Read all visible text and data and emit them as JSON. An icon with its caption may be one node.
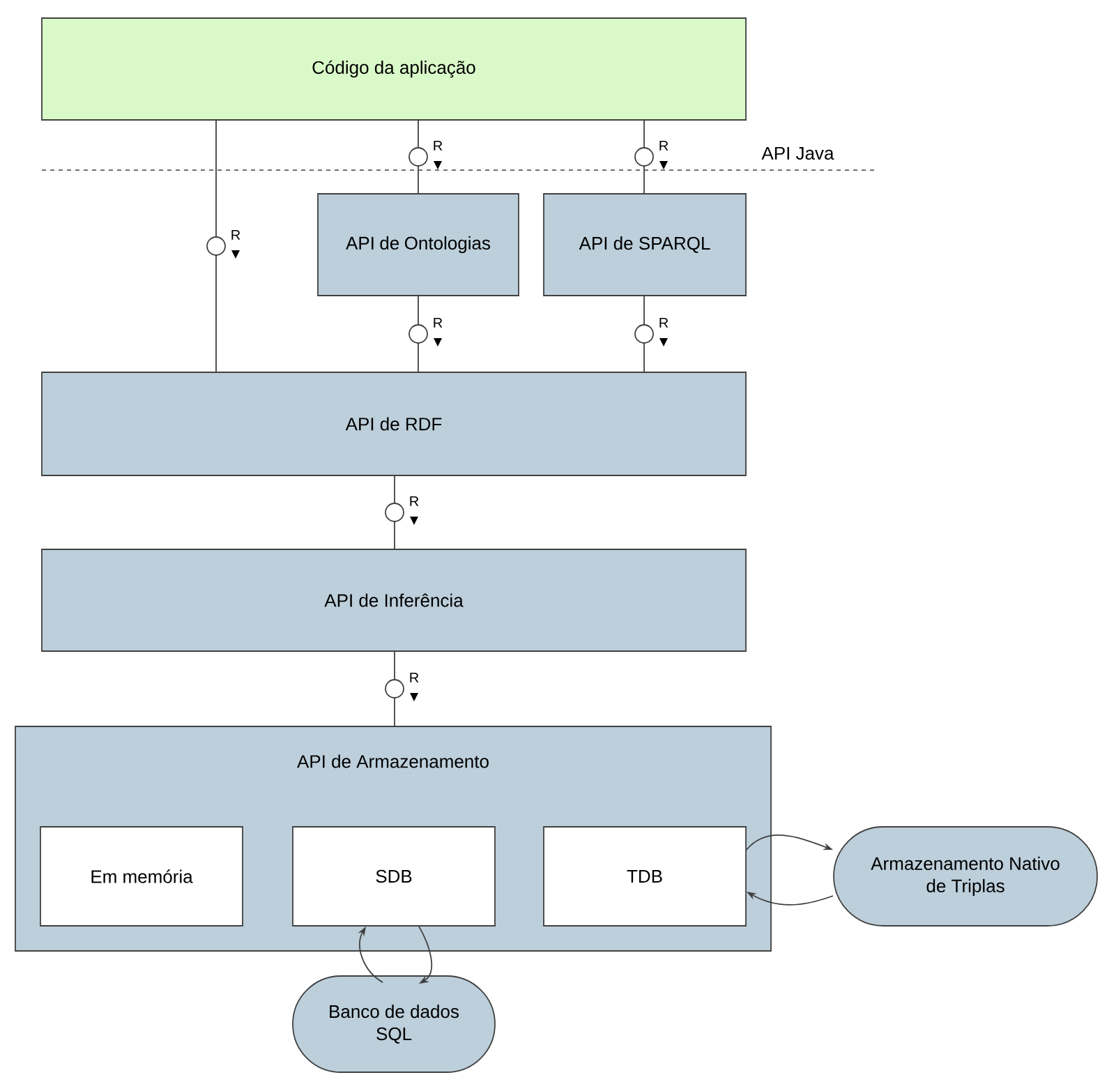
{
  "diagram": {
    "nodes": [
      {
        "text": [
          "Código da aplicação"
        ]
      },
      {
        "text": [
          "API de Ontologias"
        ]
      },
      {
        "text": [
          "API de SPARQL"
        ]
      },
      {
        "text": [
          "API de RDF"
        ]
      },
      {
        "text": [
          "API de Inferência"
        ]
      },
      {
        "text": [
          "API de Armazenamento"
        ]
      },
      {
        "text": [
          "Em memória"
        ],
        "in": 5
      },
      {
        "text": [
          "SDB"
        ],
        "in": 5
      },
      {
        "text": [
          "TDB"
        ],
        "in": 5
      },
      {
        "text": [
          "Armazenamento Nativo de Triplas"
        ]
      },
      {
        "text": [
          "Banco de dados SQL"
        ]
      }
    ],
    "edges": [
      {
        "from": 0,
        "to": 3,
        "arrow": "none",
        "label": "R"
      },
      {
        "from": 0,
        "to": 1,
        "arrow": "none",
        "label": "R"
      },
      {
        "from": 0,
        "to": 2,
        "arrow": "none",
        "label": "R"
      },
      {
        "from": 1,
        "to": 3,
        "arrow": "none",
        "label": "R"
      },
      {
        "from": 2,
        "to": 3,
        "arrow": "none",
        "label": "R"
      },
      {
        "from": 3,
        "to": 4,
        "arrow": "none",
        "label": "R"
      },
      {
        "from": 4,
        "to": 5,
        "arrow": "none",
        "label": "R"
      },
      {
        "from": 8,
        "to": 9,
        "arrow": "to"
      },
      {
        "from": 9,
        "to": 8,
        "arrow": "to"
      },
      {
        "from": 10,
        "to": 7,
        "arrow": "to"
      },
      {
        "from": 7,
        "to": 10,
        "arrow": "to"
      }
    ],
    "labels": [
      "API Java"
    ]
  }
}
